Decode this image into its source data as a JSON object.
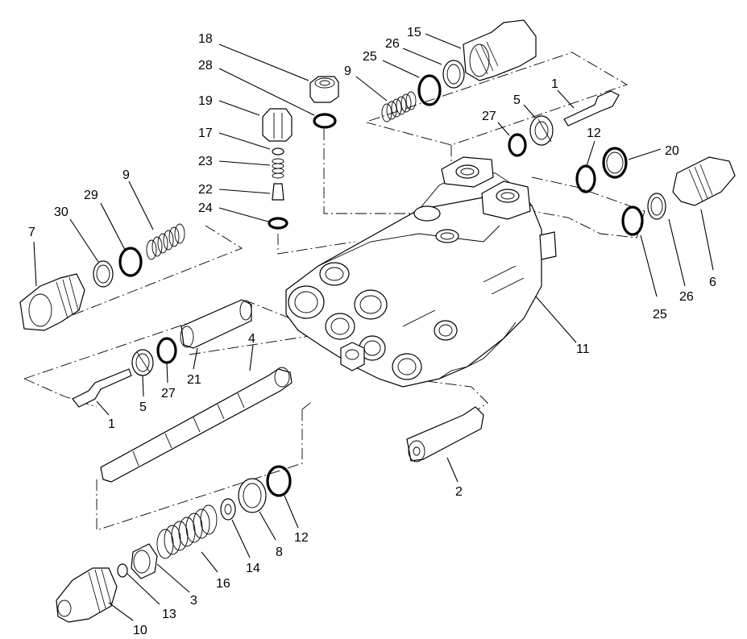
{
  "diagram": {
    "type": "exploded-parts-view",
    "callouts": [
      {
        "id": "c-18-top",
        "label": "18"
      },
      {
        "id": "c-28-top",
        "label": "28"
      },
      {
        "id": "c-19-top",
        "label": "19"
      },
      {
        "id": "c-17-top",
        "label": "17"
      },
      {
        "id": "c-23-top",
        "label": "23"
      },
      {
        "id": "c-22-top",
        "label": "22"
      },
      {
        "id": "c-24-top",
        "label": "24"
      },
      {
        "id": "c-15-top",
        "label": "15"
      },
      {
        "id": "c-26-top",
        "label": "26"
      },
      {
        "id": "c-25-top",
        "label": "25"
      },
      {
        "id": "c-9-top",
        "label": "9"
      },
      {
        "id": "c-1-right",
        "label": "1"
      },
      {
        "id": "c-5-right",
        "label": "5"
      },
      {
        "id": "c-27-right",
        "label": "27"
      },
      {
        "id": "c-12-right",
        "label": "12"
      },
      {
        "id": "c-20-right",
        "label": "20"
      },
      {
        "id": "c-6-right",
        "label": "6"
      },
      {
        "id": "c-26-right",
        "label": "26"
      },
      {
        "id": "c-25-right",
        "label": "25"
      },
      {
        "id": "c-11-body",
        "label": "11"
      },
      {
        "id": "c-7-left",
        "label": "7"
      },
      {
        "id": "c-30-left",
        "label": "30"
      },
      {
        "id": "c-29-left",
        "label": "29"
      },
      {
        "id": "c-9-left",
        "label": "9"
      },
      {
        "id": "c-4-spool",
        "label": "4"
      },
      {
        "id": "c-21-left",
        "label": "21"
      },
      {
        "id": "c-27-left",
        "label": "27"
      },
      {
        "id": "c-5-left",
        "label": "5"
      },
      {
        "id": "c-1-left",
        "label": "1"
      },
      {
        "id": "c-2-bottom",
        "label": "2"
      },
      {
        "id": "c-12-bottom",
        "label": "12"
      },
      {
        "id": "c-8-bottom",
        "label": "8"
      },
      {
        "id": "c-14-bottom",
        "label": "14"
      },
      {
        "id": "c-16-bottom",
        "label": "16"
      },
      {
        "id": "c-3-bottom",
        "label": "3"
      },
      {
        "id": "c-13-bottom",
        "label": "13"
      },
      {
        "id": "c-10-bottom",
        "label": "10"
      }
    ]
  }
}
